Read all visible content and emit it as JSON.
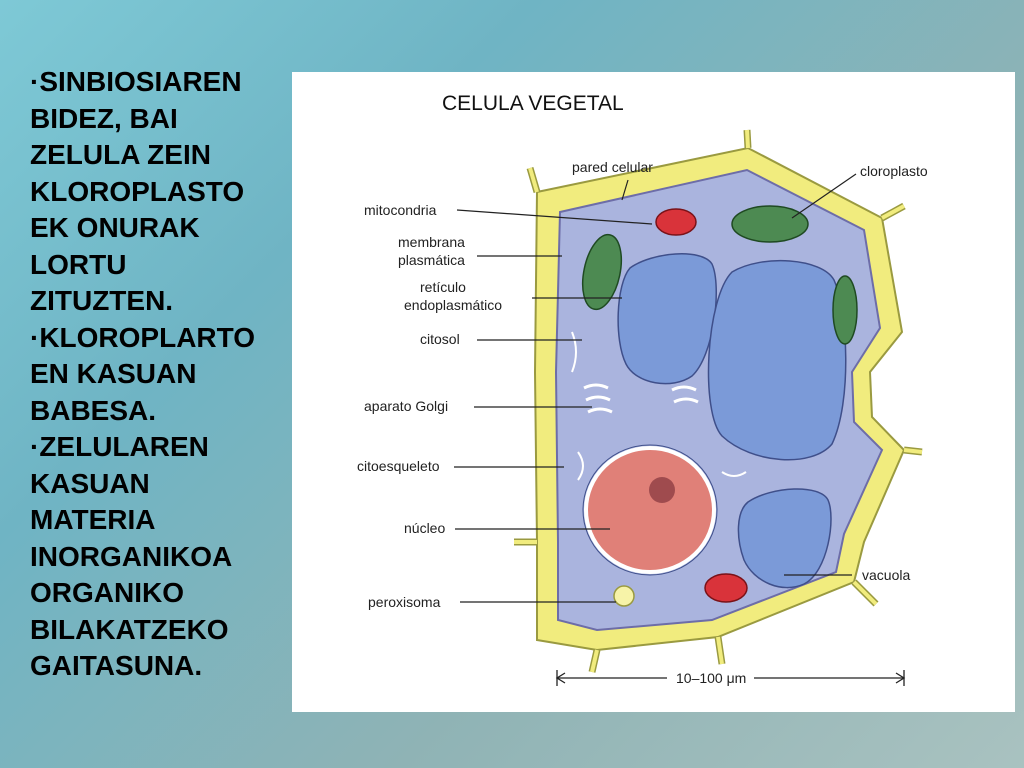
{
  "slide": {
    "lines": [
      "·SINBIOSIAREN",
      "BIDEZ, BAI",
      "ZELULA ZEIN",
      "KLOROPLASTO",
      "EK ONURAK",
      "LORTU",
      "ZITUZTEN.",
      "·KLOROPLARTO",
      "EN KASUAN",
      "BABESA.",
      "·ZELULAREN",
      "KASUAN",
      "MATERIA",
      "INORGANIKOA",
      "ORGANIKO",
      "BILAKATZEKO",
      "GAITASUNA."
    ]
  },
  "diagram": {
    "title": "CELULA VEGETAL",
    "labels": {
      "pared_celular": "pared celular",
      "cloroplasto": "cloroplasto",
      "mitocondria": "mitocondria",
      "membrana_1": "membrana",
      "membrana_2": "plasmática",
      "reticulo_1": "retículo",
      "reticulo_2": "endoplasmático",
      "citosol": "citosol",
      "aparato_golgi": "aparato Golgi",
      "citoesqueleto": "citoesqueleto",
      "nucleo": "núcleo",
      "peroxisoma": "peroxisoma",
      "vacuola": "vacuola"
    },
    "scale": "10–100 μm",
    "colors": {
      "wall": "#f1ec7e",
      "cytosol": "#aab4de",
      "vacuole": "#7b9ad8",
      "nucleus": "#e08078",
      "chloroplast": "#4d8a52",
      "mitochondria": "#d9333a"
    }
  }
}
